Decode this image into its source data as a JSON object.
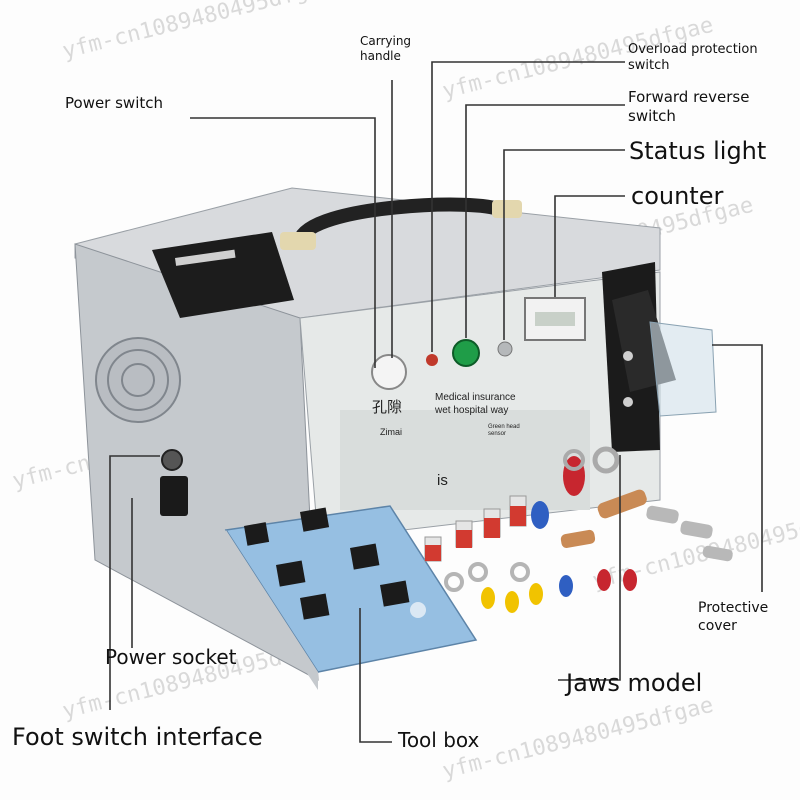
{
  "labels": {
    "carrying_handle": "Carrying\nhandle",
    "overload_protection": "Overload protection\nswitch",
    "forward_reverse": "Forward reverse\nswitch",
    "power_switch": "Power switch",
    "status_light": "Status light",
    "counter": "counter",
    "protective_cover": "Protective\ncover",
    "power_socket": "Power socket",
    "jaws_model": "Jaws model",
    "foot_switch": "Foot switch interface",
    "tool_box": "Tool box"
  },
  "panel_text": {
    "chinese": "孔隙",
    "zimai": "Zimai",
    "medical": "Medical insurance\nwet hospital way",
    "green_head": "Green head\nsensor",
    "is": "is"
  },
  "watermark": "yfm-cn1089480495dfgae",
  "colors": {
    "machine_body": "#c9ccd0",
    "panel": "#e4e7e6",
    "toolbox": "#8fb6dc",
    "jaw": "#1b1b1b",
    "lines": "#333333"
  }
}
